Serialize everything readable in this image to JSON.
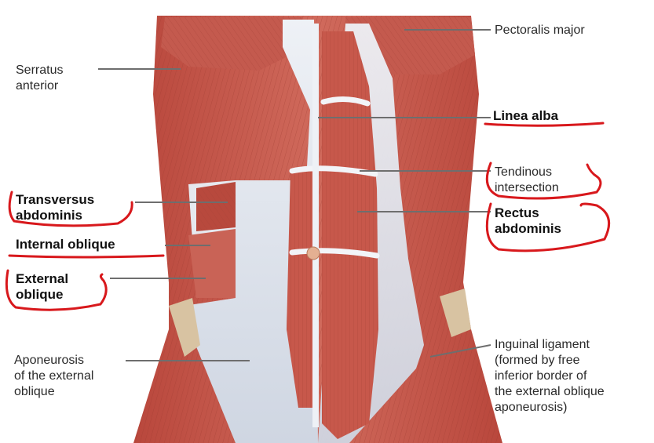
{
  "colors": {
    "background": "#ffffff",
    "muscle": "#c8564a",
    "muscle_dark": "#a63b32",
    "fascia": "#dfe3ec",
    "leader_line": "#7a7a7a",
    "annotation_ink": "#d8181c"
  },
  "labels": {
    "pectoralis_major": "Pectoralis major",
    "serratus_anterior": "Serratus\nanterior",
    "linea_alba": "Linea alba",
    "tendinous_intersection": "Tendinous\nintersection",
    "transversus_abdominis": "Transversus\nabdominis",
    "rectus_abdominis": "Rectus\nabdominis",
    "internal_oblique": "Internal oblique",
    "external_oblique": "External\noblique",
    "aponeurosis": "Aponeurosis\nof the external\noblique",
    "inguinal_ligament": "Inguinal ligament\n(formed by free\ninferior border of\nthe external oblique\naponeurosis)"
  }
}
